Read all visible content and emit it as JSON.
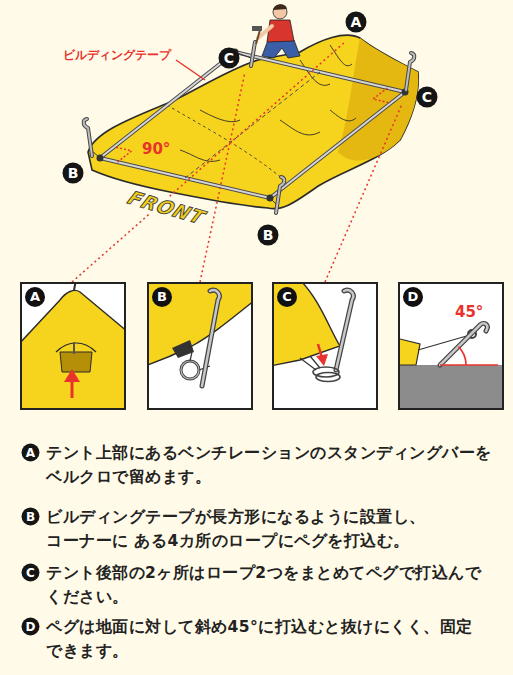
{
  "diagram": {
    "nodes": [
      {
        "text": [
          "A"
        ]
      },
      {
        "text": [
          "C"
        ]
      },
      {
        "text": [
          "C"
        ]
      },
      {
        "text": [
          "B"
        ]
      },
      {
        "text": [
          "B"
        ]
      },
      {
        "text": [
          "A"
        ]
      },
      {
        "text": [
          "B"
        ]
      },
      {
        "text": [
          "C"
        ]
      },
      {
        "text": [
          "D",
          "45°"
        ]
      },
      {
        "text": [
          "A"
        ]
      },
      {
        "text": [
          "B"
        ]
      },
      {
        "text": [
          "C"
        ]
      },
      {
        "text": [
          "D"
        ]
      }
    ],
    "labels": [
      "ビルディングテープ",
      "90°",
      "FRONT",
      "テント上部にあるベンチレーションのスタンディングバーを ベルクロで留めます。",
      "ビルディングテープが長方形になるように設置し、コーナーに ある4カ所のロープにペグを打込む。",
      "テント後部の2ヶ所はロープ2つをまとめてペグで打込んで ください。",
      "ペグは地面に対して斜め45°に打込むと抜けにくく、固定 できます。"
    ]
  }
}
